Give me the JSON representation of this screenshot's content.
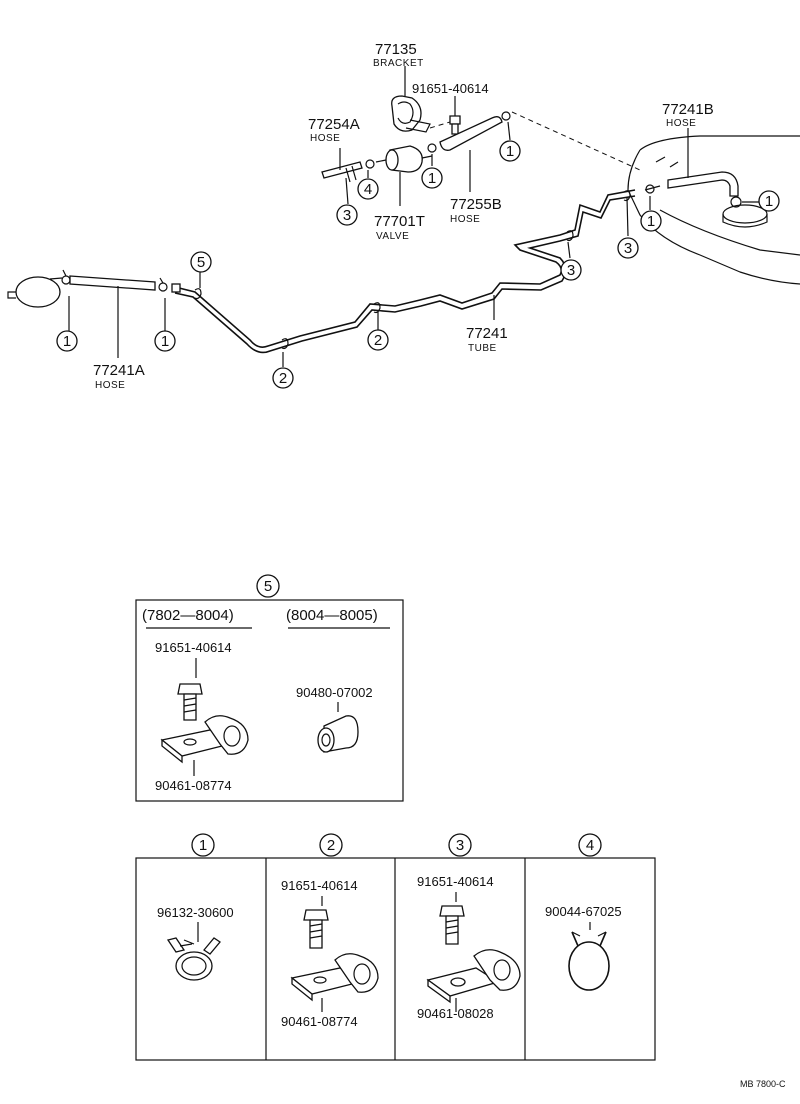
{
  "parts": {
    "bracket_77135": {
      "number": "77135",
      "name": "BRACKET"
    },
    "bolt_top": {
      "number": "91651-40614"
    },
    "hose_77254A": {
      "number": "77254A",
      "name": "HOSE"
    },
    "valve_77701T": {
      "number": "77701T",
      "name": "VALVE"
    },
    "hose_77255B": {
      "number": "77255B",
      "name": "HOSE"
    },
    "hose_77241B": {
      "number": "77241B",
      "name": "HOSE"
    },
    "hose_77241A": {
      "number": "77241A",
      "name": "HOSE"
    },
    "tube_77241": {
      "number": "77241",
      "name": "TUBE"
    }
  },
  "callouts": [
    "1",
    "2",
    "3",
    "4",
    "5"
  ],
  "detail5": {
    "callout": "5",
    "left": {
      "range": "(7802—8004)",
      "bolt": "91651-40614",
      "clamp": "90461-08774"
    },
    "right": {
      "range": "(8004—8005)",
      "part": "90480-07002"
    }
  },
  "legend": [
    {
      "callout": "1",
      "parts": [
        "96132-30600"
      ]
    },
    {
      "callout": "2",
      "parts": [
        "91651-40614",
        "90461-08774"
      ]
    },
    {
      "callout": "3",
      "parts": [
        "91651-40614",
        "90461-08028"
      ]
    },
    {
      "callout": "4",
      "parts": [
        "90044-67025"
      ]
    }
  ],
  "footer_code": "MB 7800-C"
}
